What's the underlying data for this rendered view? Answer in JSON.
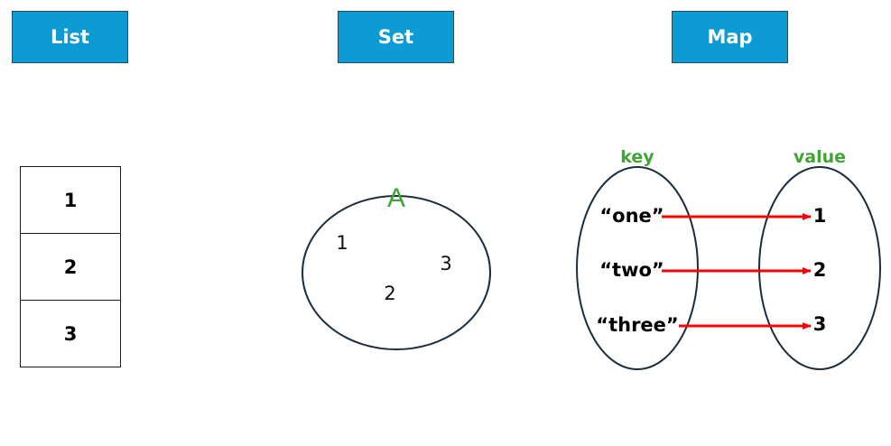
{
  "headers": {
    "list": "List",
    "set": "Set",
    "map": "Map"
  },
  "list": {
    "items": [
      "1",
      "2",
      "3"
    ]
  },
  "set": {
    "label": "A",
    "items": [
      "1",
      "2",
      "3"
    ]
  },
  "map": {
    "key_label": "key",
    "value_label": "value",
    "keys": [
      "“one”",
      "“two”",
      "“three”"
    ],
    "values": [
      "1",
      "2",
      "3"
    ]
  },
  "colors": {
    "header_fill": "#0d9bd4",
    "header_text": "#ffffff",
    "green_label": "#3fa535",
    "arrow": "#ff0000",
    "outline": "#1c2e3c"
  }
}
